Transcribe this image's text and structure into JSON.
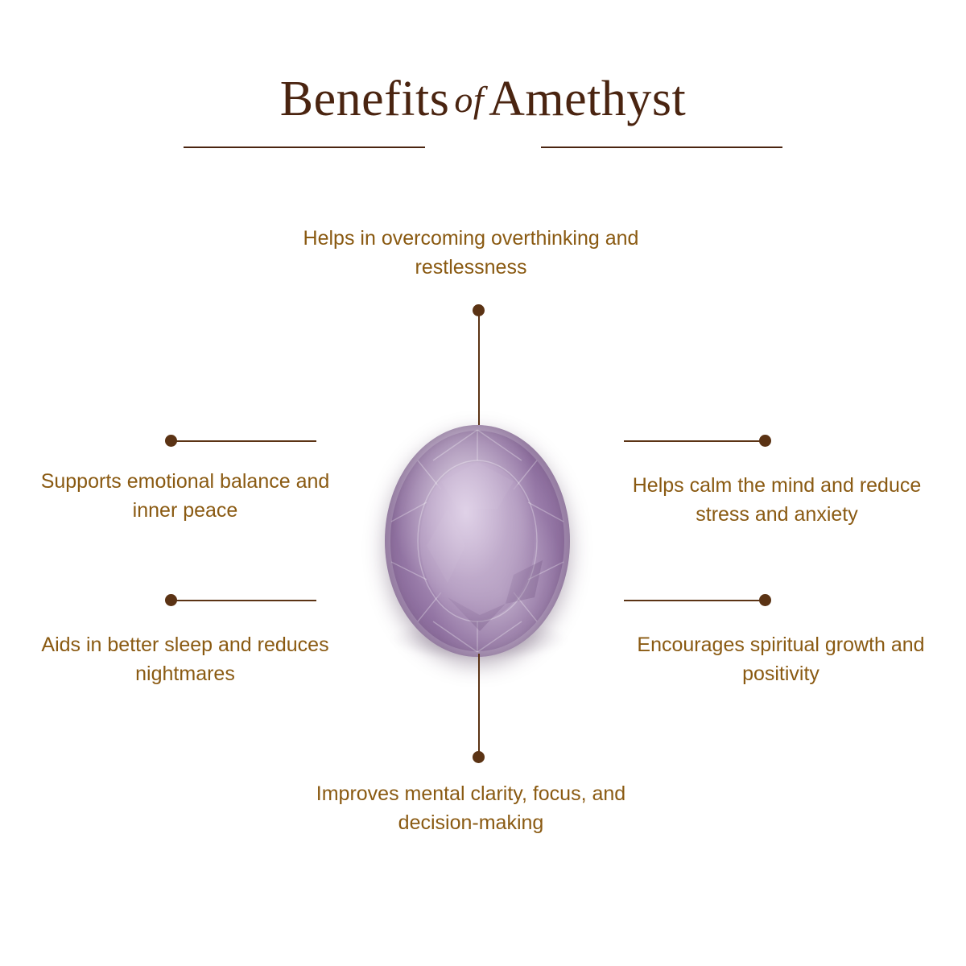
{
  "header": {
    "title_part1": "Benefits",
    "title_connector": "of",
    "title_part2": "Amethyst"
  },
  "center": {
    "image_name": "amethyst-gemstone"
  },
  "benefits": [
    {
      "id": "top",
      "position": "top",
      "text": "Helps in overcoming overthinking and restlessness"
    },
    {
      "id": "right-upper",
      "position": "right-upper",
      "text": "Helps calm the mind and reduce stress and anxiety"
    },
    {
      "id": "right-lower",
      "position": "right-lower",
      "text": "Encourages spiritual growth and positivity"
    },
    {
      "id": "bottom",
      "position": "bottom",
      "text": "Improves mental clarity, focus, and decision-making"
    },
    {
      "id": "left-lower",
      "position": "left-lower",
      "text": "Aids in better sleep and reduces nightmares"
    },
    {
      "id": "left-upper",
      "position": "left-upper",
      "text": "Supports emotional balance and inner peace"
    }
  ],
  "colors": {
    "title": "#4a2410",
    "label": "#8a5a12",
    "connector": "#5b3314",
    "background": "#ffffff",
    "gem_primary": "#8e6f9f",
    "gem_highlight": "#e0d2e8"
  }
}
